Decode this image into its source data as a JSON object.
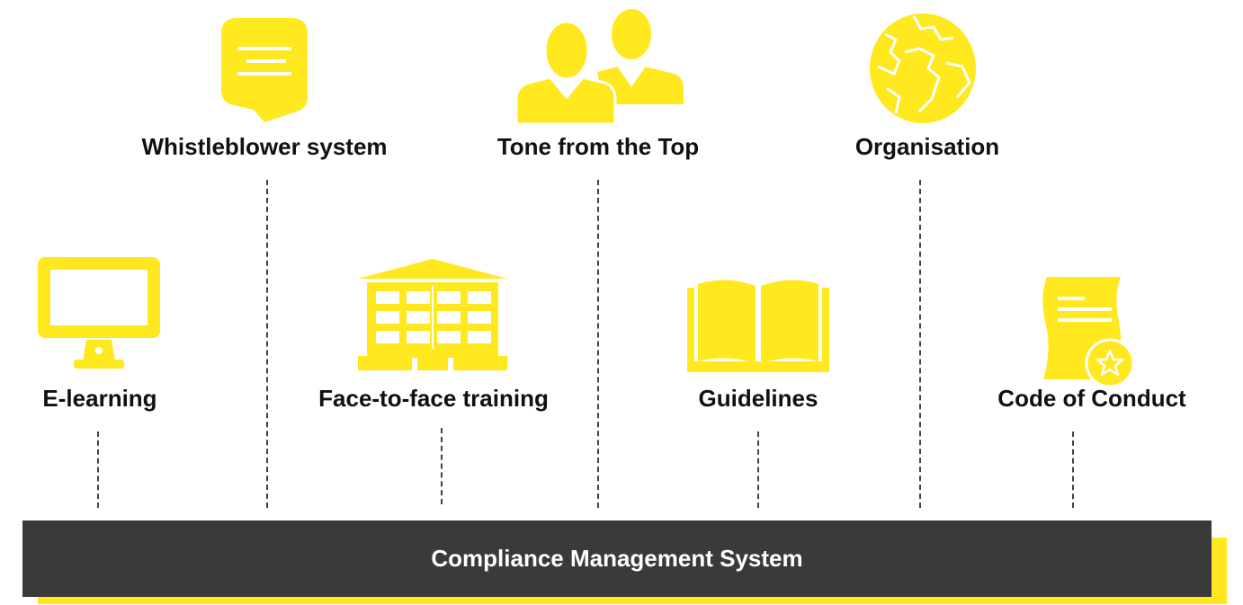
{
  "colors": {
    "accent": "#ffe81e",
    "bar": "#3a3a38",
    "text": "#111111"
  },
  "top_items": [
    {
      "label": "Whistleblower system",
      "icon": "speech-bubble-icon"
    },
    {
      "label": "Tone from the Top",
      "icon": "people-icon"
    },
    {
      "label": "Organisation",
      "icon": "globe-icon"
    }
  ],
  "bottom_items": [
    {
      "label": "E-learning",
      "icon": "monitor-icon"
    },
    {
      "label": "Face-to-face training",
      "icon": "building-icon"
    },
    {
      "label": "Guidelines",
      "icon": "book-icon"
    },
    {
      "label": "Code of Conduct",
      "icon": "certificate-icon"
    }
  ],
  "base": {
    "label": "Compliance Management System"
  }
}
